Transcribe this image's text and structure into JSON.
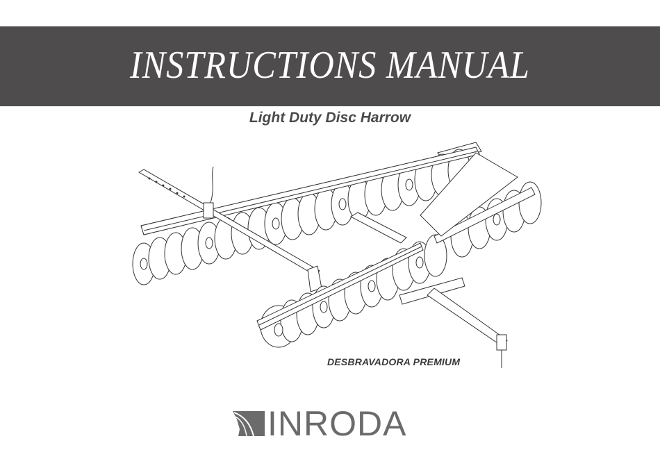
{
  "cover": {
    "title": "INSTRUCTIONS MANUAL",
    "subtitle": "Light Duty Disc Harrow",
    "model_label": "DESBRAVADORA PREMIUM",
    "illustration": "disc-harrow-line-drawing",
    "brand": {
      "name": "INRODA",
      "logo_icon": "road-stripes-icon"
    }
  },
  "colors": {
    "banner_bg": "#4e4c4d",
    "banner_text": "#ffffff",
    "subtitle_text": "#4a4a4a",
    "logo_gray": "#6b6b6b"
  }
}
